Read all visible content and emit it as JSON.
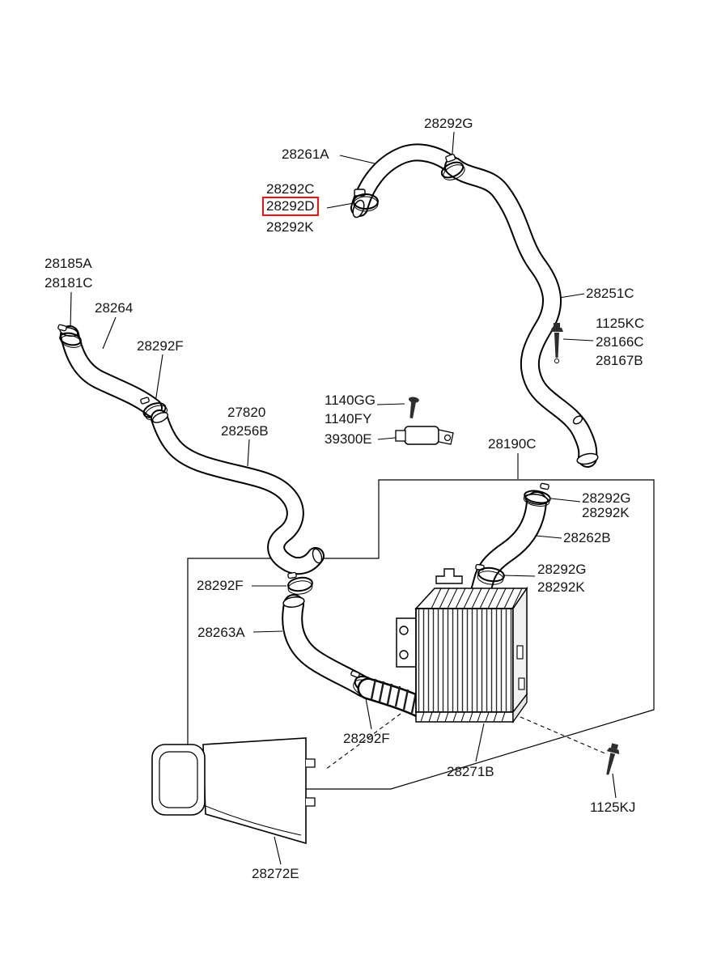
{
  "meta": {
    "type": "parts-diagram",
    "description": "Intercooler and turbo air hose parts diagram",
    "highlighted_part": "28292D",
    "highlight_color": "#ee1111",
    "line_color": "#000000",
    "background_color": "#ffffff"
  },
  "labels": [
    {
      "text": "28292G"
    },
    {
      "text": "28261A"
    },
    {
      "text": "28292C"
    },
    {
      "text": "28292D"
    },
    {
      "text": "28292K"
    },
    {
      "text": "28185A"
    },
    {
      "text": "28181C"
    },
    {
      "text": "28264"
    },
    {
      "text": "28292F"
    },
    {
      "text": "28251C"
    },
    {
      "text": "1125KC"
    },
    {
      "text": "28166C"
    },
    {
      "text": "28167B"
    },
    {
      "text": "1140GG"
    },
    {
      "text": "1140FY"
    },
    {
      "text": "39300E"
    },
    {
      "text": "27820"
    },
    {
      "text": "28256B"
    },
    {
      "text": "28190C"
    },
    {
      "text": "28292G"
    },
    {
      "text": "28292K"
    },
    {
      "text": "28262B"
    },
    {
      "text": "28292G"
    },
    {
      "text": "28292K"
    },
    {
      "text": "28292F"
    },
    {
      "text": "28263A"
    },
    {
      "text": "28292F"
    },
    {
      "text": "28271B"
    },
    {
      "text": "1125KJ"
    },
    {
      "text": "28272E"
    }
  ]
}
